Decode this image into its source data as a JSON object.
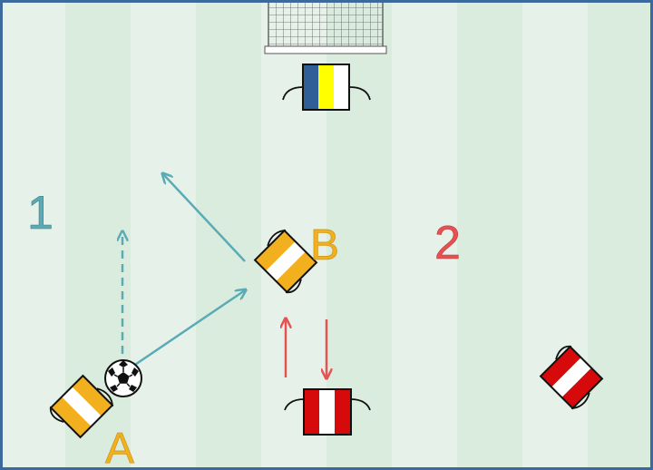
{
  "labels": {
    "zone_1": "1",
    "zone_2": "2",
    "player_a": "A",
    "player_b": "B"
  },
  "colors": {
    "border": "#3d6a9c",
    "stripe_light": "#e6f2e9",
    "stripe_dark": "#d9ecde",
    "pass_arrow": "#5aabb6",
    "run_arrow": "#e65252",
    "team_orange": "#f2b01e",
    "team_red": "#d60a0a",
    "keeper_blue": "#2f5f96",
    "keeper_yellow": "#ffff00",
    "label_orange": "#f2b01e",
    "label_teal": "#5aabb6",
    "label_red": "#e65252"
  },
  "icons": [
    "soccer-ball-icon",
    "goal-net-icon",
    "player-orange-icon",
    "player-red-icon",
    "goalkeeper-icon"
  ]
}
